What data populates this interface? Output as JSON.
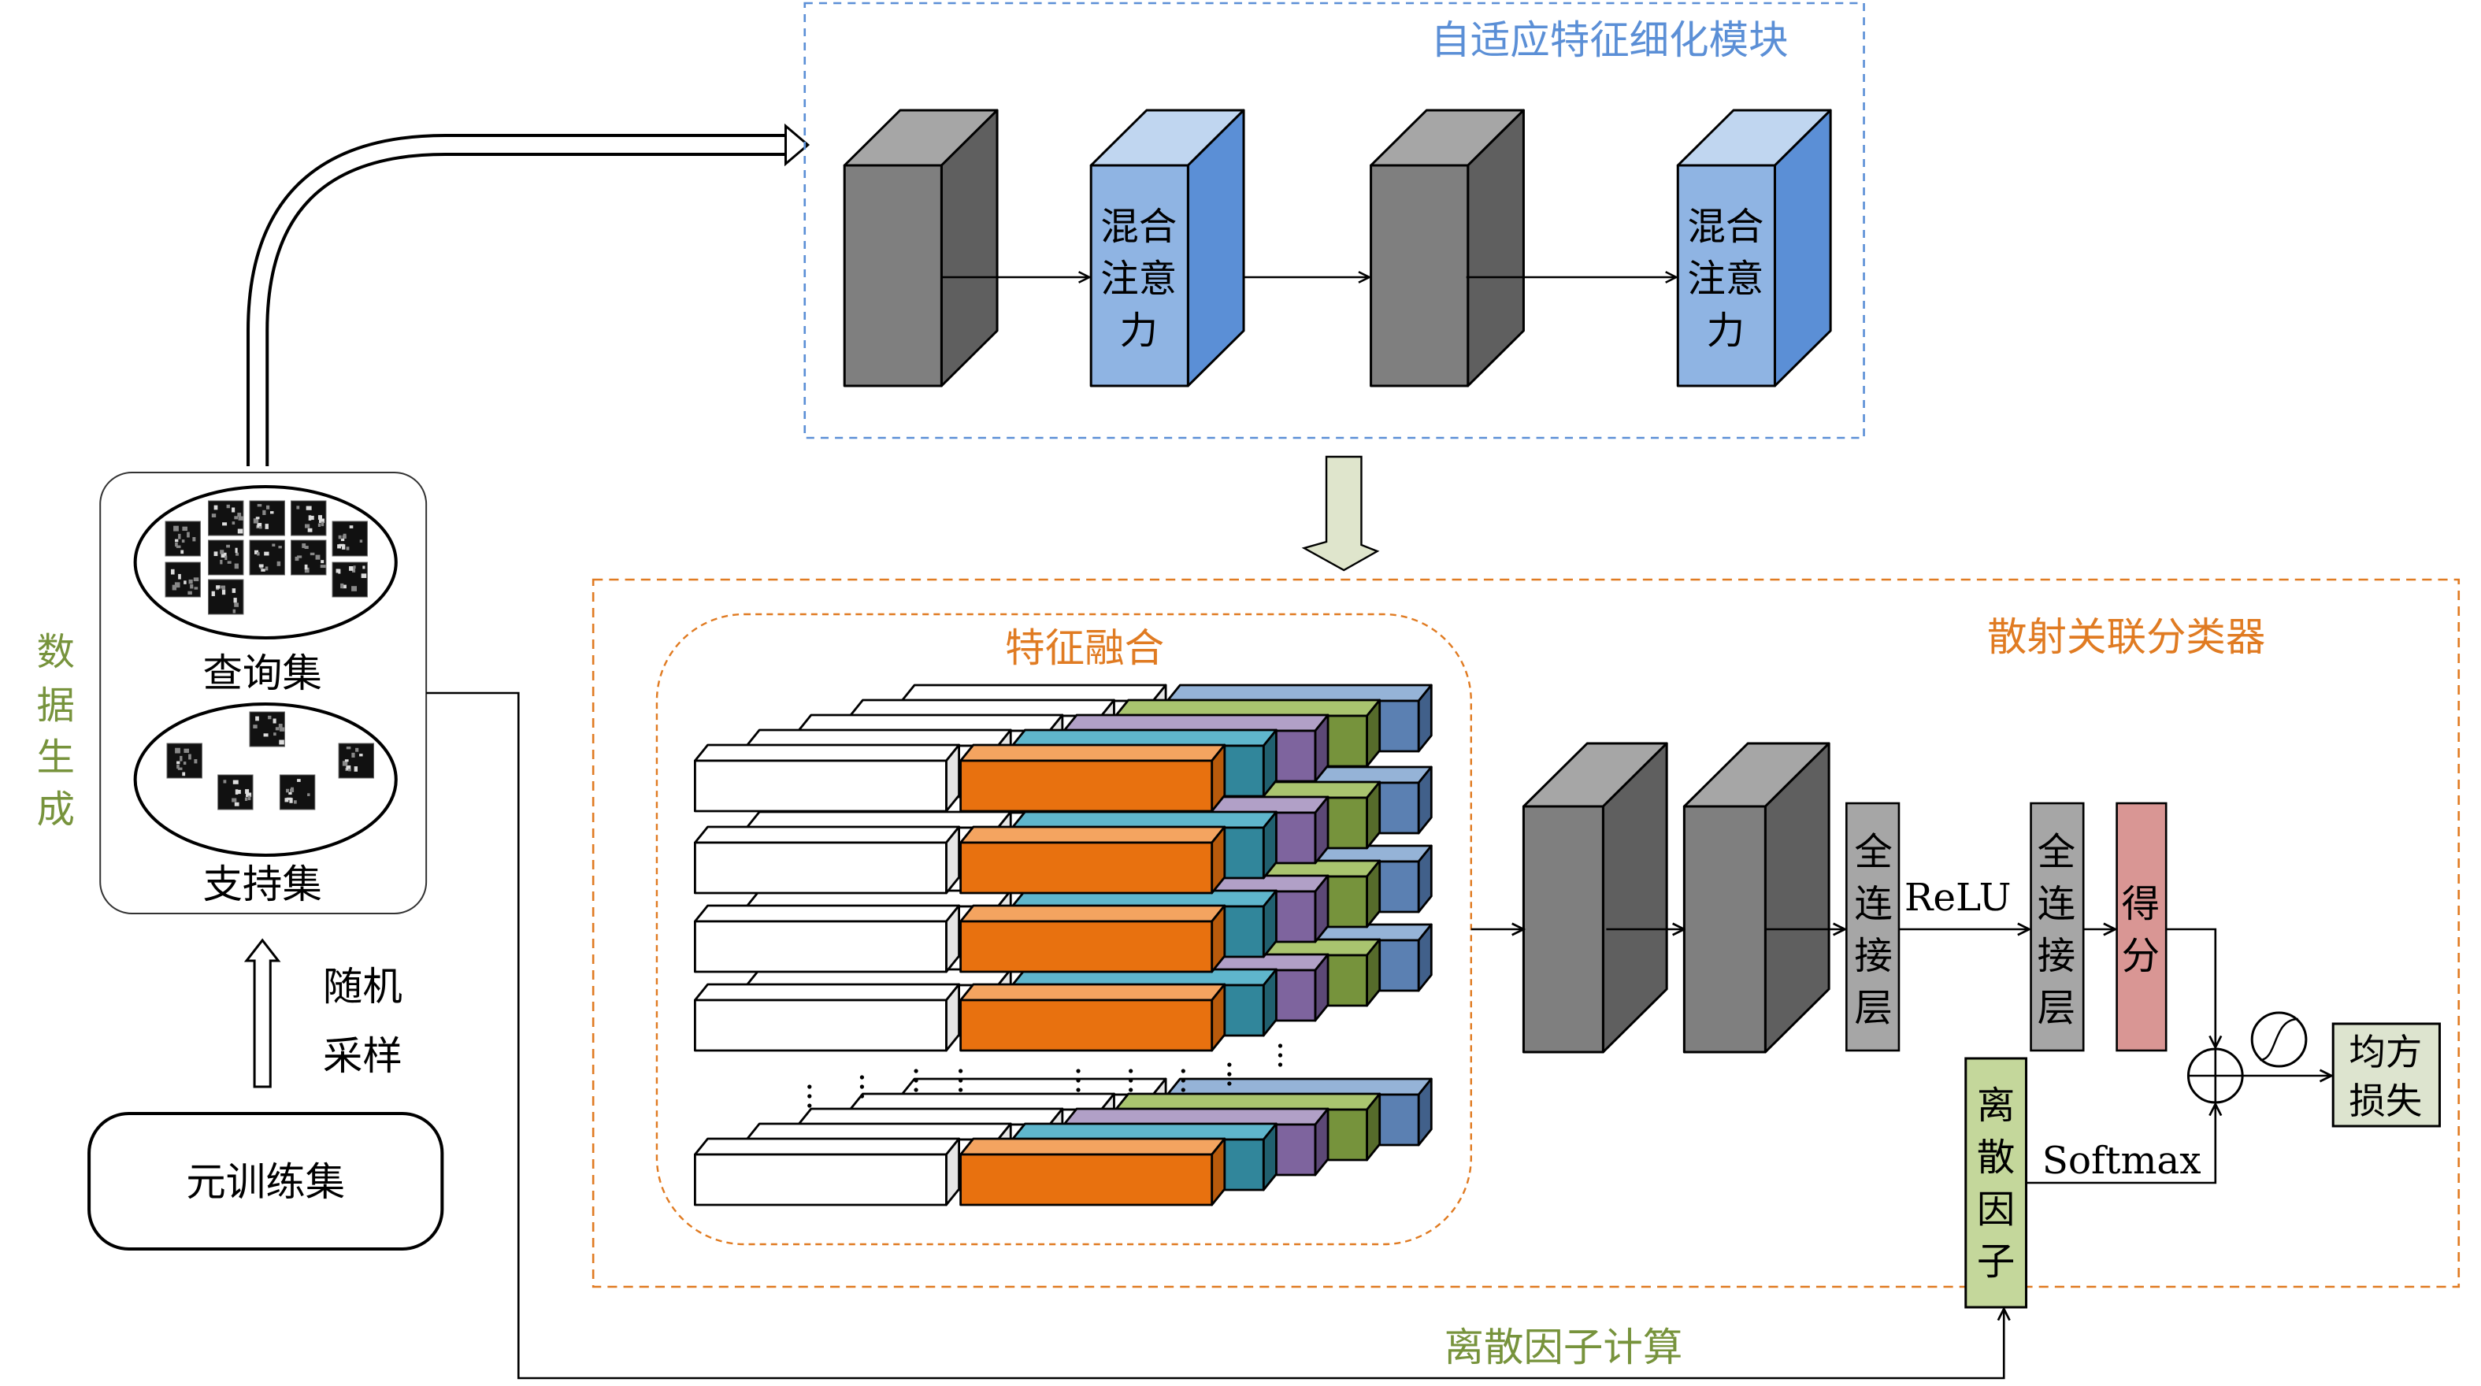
{
  "data_generation": {
    "label_chars": [
      "数",
      "据",
      "生",
      "成"
    ],
    "query_set": "查询集",
    "support_set": "支持集",
    "random_sampling": [
      "随机",
      "采样"
    ],
    "meta_train_set": "元训练集"
  },
  "refinement_module": {
    "title": "自适应特征细化模块",
    "attention_block_lines": [
      "混合",
      "注意",
      "力"
    ]
  },
  "classifier": {
    "title": "散射关联分类器",
    "feature_fusion_title": "特征融合",
    "fc_layer_chars": [
      "全",
      "连",
      "接",
      "层"
    ],
    "relu": "ReLU",
    "score_chars": [
      "得",
      "分"
    ],
    "discrete_factor_chars": [
      "离",
      "散",
      "因",
      "子"
    ],
    "softmax": "Softmax",
    "mse_loss_lines": [
      "均方",
      "损失"
    ]
  },
  "bottom_label": "离散因子计算",
  "colors": {
    "blue_title": "#5b8fd6",
    "orange_title": "#e07b22",
    "green_text": "#77933c",
    "attention_front": "#8fb4e3",
    "fc_gray": "#a6a6a6",
    "score_red": "#d99694",
    "discrete_green": "#c4d79b",
    "loss_box": "#dde4cf"
  }
}
